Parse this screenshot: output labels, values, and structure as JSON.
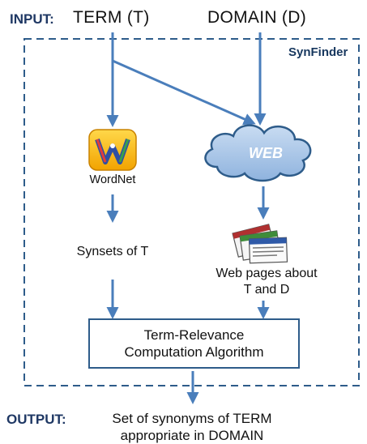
{
  "input": {
    "label": "INPUT:",
    "term": "TERM (T)",
    "domain": "DOMAIN (D)"
  },
  "system": {
    "name": "SynFinder"
  },
  "wordnet": {
    "label": "WordNet"
  },
  "web": {
    "label": "WEB"
  },
  "synsets": {
    "label": "Synsets of T"
  },
  "webpages": {
    "line1": "Web pages about",
    "line2": "T and D"
  },
  "algorithm": {
    "line1": "Term-Relevance",
    "line2": "Computation Algorithm"
  },
  "output": {
    "label": "OUTPUT:",
    "line1": "Set of synonyms of TERM",
    "line2": "appropriate in DOMAIN"
  },
  "colors": {
    "arrow": "#4a7ebb",
    "dashed": "#2e5c8a",
    "heading": "#1f3864"
  }
}
